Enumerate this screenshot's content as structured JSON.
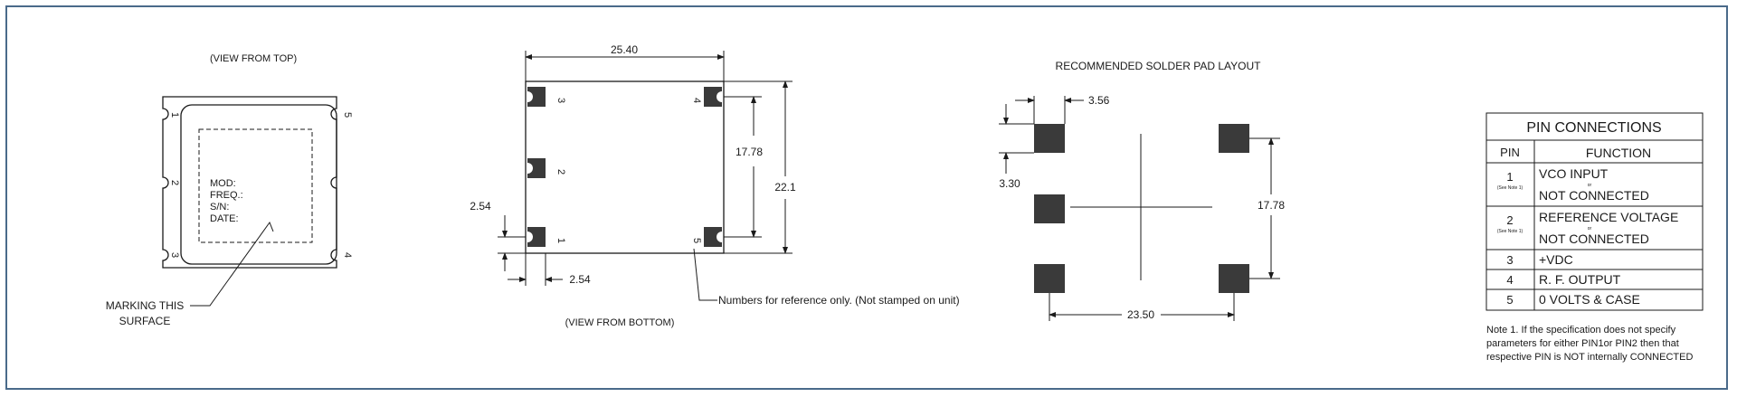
{
  "top_view": {
    "title": "(VIEW FROM TOP)",
    "pin_numbers": [
      "1",
      "2",
      "3",
      "4",
      "5"
    ],
    "label_lines": [
      "MOD:",
      "FREQ.:",
      "S/N:",
      "DATE:"
    ],
    "marking_label": [
      "MARKING THIS",
      "SURFACE"
    ]
  },
  "bottom_view": {
    "title": "(VIEW FROM BOTTOM)",
    "pin_numbers": [
      "1",
      "2",
      "3",
      "4",
      "5"
    ],
    "dim_width": "25.40",
    "dim_height_inner": "17.78",
    "dim_height_outer": "22.1",
    "dim_left_edge": "2.54",
    "dim_bottom_edge": "2.54",
    "note": "Numbers for reference only. (Not stamped on unit)"
  },
  "solder_pad": {
    "title": "RECOMMENDED SOLDER PAD LAYOUT",
    "dim_pad_width": "3.56",
    "dim_pad_height": "3.30",
    "dim_vertical": "17.78",
    "dim_horizontal": "23.50"
  },
  "pin_table": {
    "title": "PIN CONNECTIONS",
    "col_pin": "PIN",
    "col_function": "FUNCTION",
    "rows": [
      {
        "pin": "1",
        "note": "(See Note 1)",
        "line1": "VCO INPUT",
        "or": "or",
        "line2": "NOT CONNECTED"
      },
      {
        "pin": "2",
        "note": "(See Note 1)",
        "line1": "REFERENCE VOLTAGE",
        "or": "or",
        "line2": "NOT CONNECTED"
      },
      {
        "pin": "3",
        "function": "+VDC"
      },
      {
        "pin": "4",
        "function": "R. F. OUTPUT"
      },
      {
        "pin": "5",
        "function": "0 VOLTS & CASE"
      }
    ],
    "note_lines": [
      "Note 1.  If the specification does not specify",
      "parameters for either PIN1or PIN2 then that",
      "respective PIN is NOT internally CONNECTED"
    ]
  },
  "colors": {
    "frame": "#4a6a8a",
    "pad": "#3a3a3a",
    "line": "#1a1a1a"
  }
}
